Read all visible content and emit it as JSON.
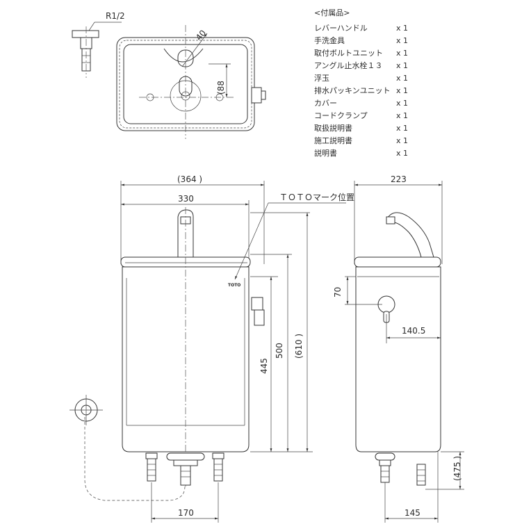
{
  "accessories": {
    "title": "<付属品>",
    "items": [
      {
        "name": "レバーハンドル",
        "qty": "x 1"
      },
      {
        "name": "手洗金具",
        "qty": "x 1"
      },
      {
        "name": "取付ボルトユニット",
        "qty": "x 1"
      },
      {
        "name": "アングル止水栓１３",
        "qty": "x 1"
      },
      {
        "name": "浮玉",
        "qty": "x 1"
      },
      {
        "name": "排水パッキンユニット",
        "qty": "x 1"
      },
      {
        "name": "カバー",
        "qty": "x 1"
      },
      {
        "name": "コードクランプ",
        "qty": "x 1"
      },
      {
        "name": "取扱説明書",
        "qty": "x 1"
      },
      {
        "name": "施工説明書",
        "qty": "x 1"
      },
      {
        "name": "説明書",
        "qty": "x 1"
      }
    ]
  },
  "top_view": {
    "thread_label": "R1/2",
    "dim_40": "40",
    "dim_88": "(88"
  },
  "front_view": {
    "dim_364": "(364    )",
    "dim_330": "330",
    "toto_mark_label": "ＴＯＴＯマーク位置",
    "dim_445": "445",
    "dim_500": "500",
    "dim_610": "(610    )",
    "dim_170": "170",
    "logo_text": "TOTO"
  },
  "side_view": {
    "dim_223": "223",
    "dim_70": "70",
    "dim_140_5": "140.5",
    "dim_475": "(475    )",
    "dim_145": "145"
  }
}
